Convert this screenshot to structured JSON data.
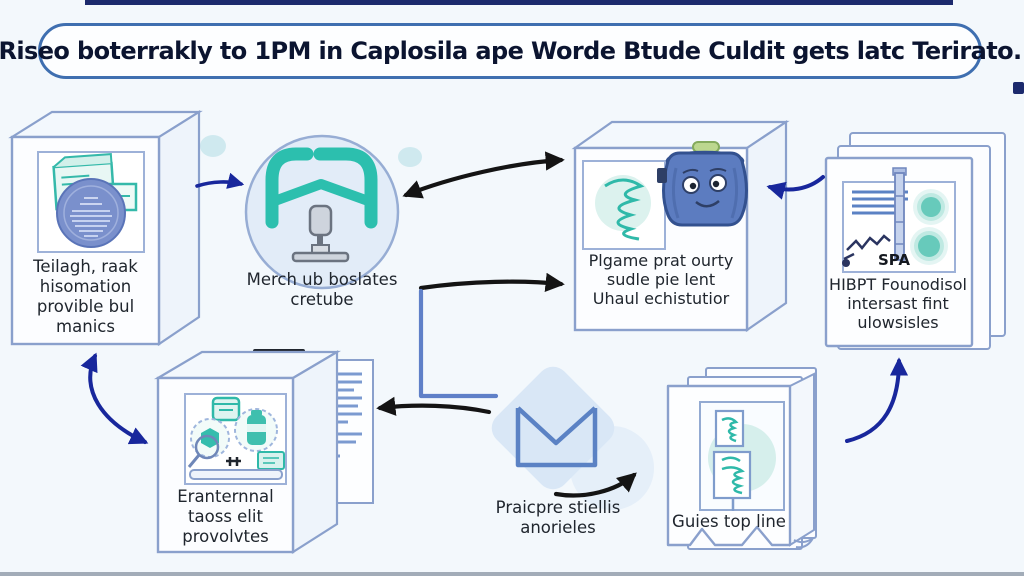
{
  "title": "Riseo boterrakly to 1PM in Caplosila ape Worde Btude Culdit gets latc Terirato.",
  "nodes": {
    "tellagh_box": {
      "lines": [
        "Teilagh, raak",
        "hisomation",
        "provible bul",
        "manics"
      ],
      "icon": "globe-over-documents-icon"
    },
    "merch_hub": {
      "lines": [
        "Merch ub boslates",
        "cretube"
      ],
      "icon": "teal-arch-stand-icon"
    },
    "plgame_box": {
      "lines": [
        "Plgame prat ourty",
        "sudle pie lent",
        "Uhaul echistutior"
      ],
      "icon": "smiling-jar-icon"
    },
    "spa_box": {
      "badge": "SPA",
      "lines": [
        "HIBPT Founodisol",
        "intersast fint",
        "ulowsisles"
      ],
      "icon": "pole-chart-circles-icon"
    },
    "eranternnal_box": {
      "lines": [
        "Eranternnal",
        "taoss elit",
        "provolvtes"
      ],
      "icon": "lab-desk-magnifier-icon"
    },
    "praicpre_diamond": {
      "lines": [
        "Praicpre stiellis",
        "anorieles"
      ],
      "icon": "envelope-m-icon"
    },
    "guies_box": {
      "lines": [
        "Guies top line"
      ],
      "icon": "stacked-cards-icon"
    }
  },
  "edges": [
    {
      "from": "tellagh_box",
      "to": "merch_hub",
      "color": "navy",
      "heads": "end"
    },
    {
      "from": "merch_hub",
      "to": "plgame_box",
      "color": "black",
      "heads": "both"
    },
    {
      "from": "merch_hub",
      "to": "plgame_box",
      "color": "black",
      "heads": "end"
    },
    {
      "from": "merch_hub",
      "to": "praicpre_diamond",
      "color": "blue",
      "heads": "none"
    },
    {
      "from": "tellagh_box",
      "to": "eranternnal_box",
      "color": "navy",
      "heads": "both"
    },
    {
      "from": "spa_box",
      "to": "plgame_box",
      "color": "navy",
      "heads": "end"
    },
    {
      "from": "praicpre_diamond",
      "to": "eranternnal_box",
      "color": "black",
      "heads": "end"
    },
    {
      "from": "praicpre_diamond",
      "to": "guies_box",
      "color": "black",
      "heads": "end"
    },
    {
      "from": "guies_box",
      "to": "spa_box",
      "color": "navy",
      "heads": "end"
    }
  ],
  "colors": {
    "background": "#f3f8fc",
    "box_border": "#8aa0cc",
    "accent_teal": "#2fbfae",
    "arrow_navy": "#18279c",
    "arrow_black": "#141414",
    "title_border": "#3f6fb0",
    "diamond_fill": "#d9e7f6",
    "jar_blue": "#5c7cc0",
    "globe_blue": "#7a90cc"
  }
}
